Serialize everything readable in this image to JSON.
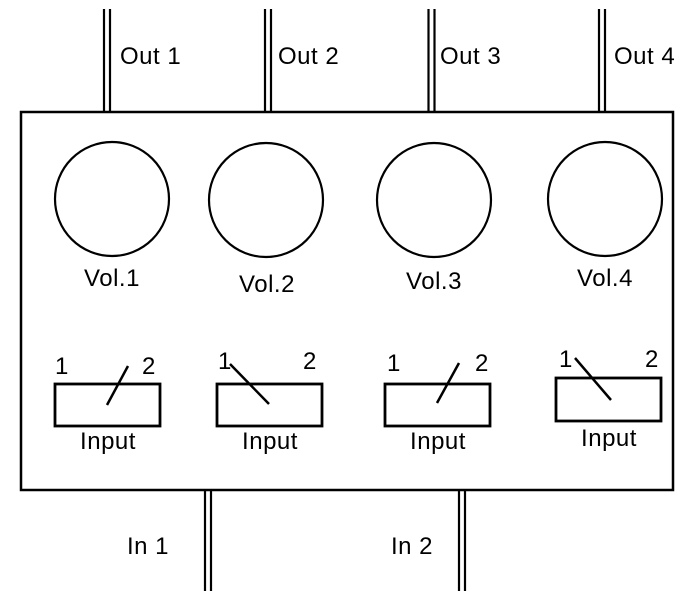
{
  "diagram": {
    "outputs": [
      {
        "label": "Out 1"
      },
      {
        "label": "Out 2"
      },
      {
        "label": "Out 3"
      },
      {
        "label": "Out 4"
      }
    ],
    "volume_knobs": [
      {
        "label": "Vol.1"
      },
      {
        "label": "Vol.2"
      },
      {
        "label": "Vol.3"
      },
      {
        "label": "Vol.4"
      }
    ],
    "input_switches": [
      {
        "caption": "Input",
        "position_labels": [
          "1",
          "2"
        ],
        "selected": "2"
      },
      {
        "caption": "Input",
        "position_labels": [
          "1",
          "2"
        ],
        "selected": "1"
      },
      {
        "caption": "Input",
        "position_labels": [
          "1",
          "2"
        ],
        "selected": "2"
      },
      {
        "caption": "Input",
        "position_labels": [
          "1",
          "2"
        ],
        "selected": "1"
      }
    ],
    "inputs": [
      {
        "label": "In 1"
      },
      {
        "label": "In 2"
      }
    ],
    "colors": {
      "line": "#000000",
      "text": "#000000",
      "background": "#ffffff"
    }
  }
}
